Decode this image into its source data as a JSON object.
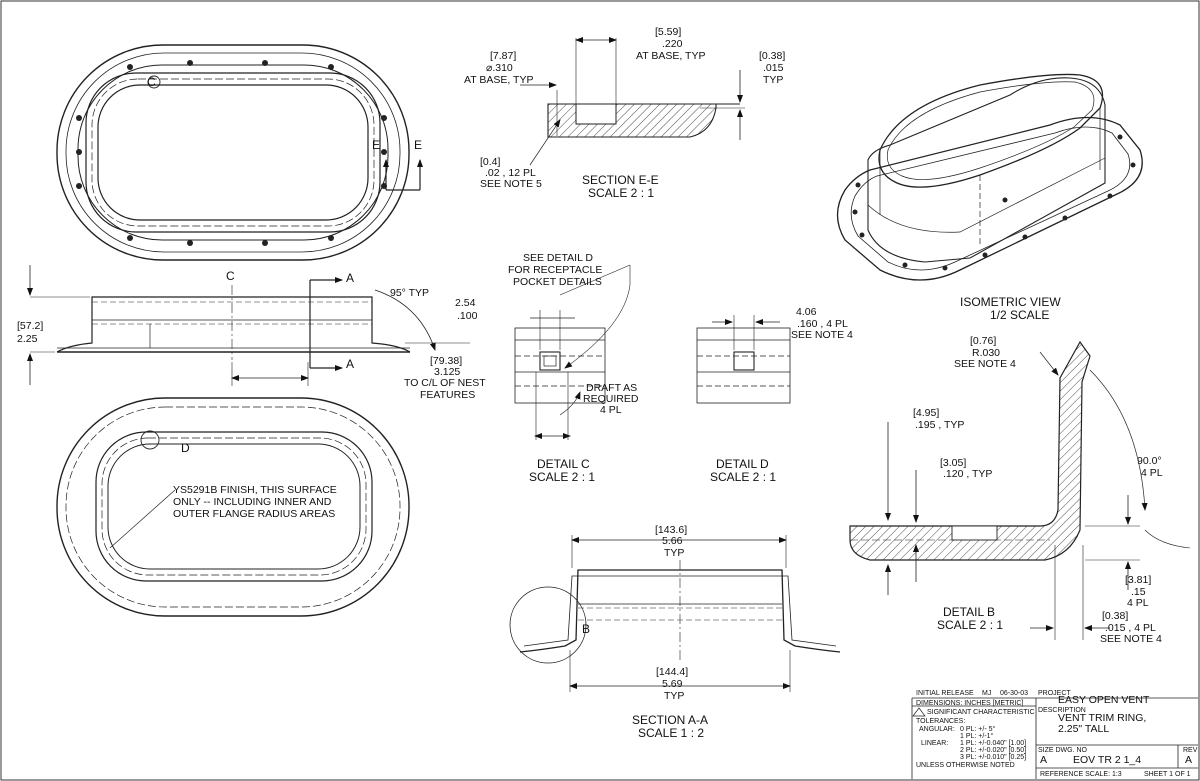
{
  "views": {
    "top_view": {
      "c_marker": "C",
      "e_marker_left": "E",
      "e_marker_right": "E"
    },
    "front_view": {
      "c_marker": "C",
      "a_marker_top": "A",
      "a_marker_bottom": "A",
      "angle": "95° TYP",
      "height_metric": "[57.2]",
      "height": "2.25",
      "flange_metric": "2.54",
      "flange": ".100",
      "nest_metric": "[79.38]",
      "nest": "3.125",
      "nest_note_1": "TO C/L OF NEST",
      "nest_note_2": "FEATURES"
    },
    "bottom_view": {
      "d_marker": "D",
      "finish_note_1": "YS5291B FINISH, THIS SURFACE",
      "finish_note_2": "ONLY -- INCLUDING INNER AND",
      "finish_note_3": "OUTER FLANGE RADIUS AREAS"
    },
    "section_ee": {
      "dim1_metric": "[7.87]",
      "dim1": "⌀.310",
      "dim1_note": "AT BASE, TYP",
      "dim2_metric": "[5.59]",
      "dim2": ".220",
      "dim2_note": "AT BASE, TYP",
      "dim3_metric": "[0.38]",
      "dim3": ".015",
      "dim3_note": "TYP",
      "dim4_metric": "[0.4]",
      "dim4": ".02 , 12 PL",
      "dim4_note": "SEE NOTE 5",
      "title": "SECTION E-E",
      "scale": "SCALE 2 : 1"
    },
    "detail_c": {
      "note_1": "SEE DETAIL D",
      "note_2": "FOR RECEPTACLE",
      "note_3": "POCKET DETAILS",
      "draft_1": "DRAFT AS",
      "draft_2": "REQUIRED",
      "draft_3": "4 PL",
      "title": "DETAIL C",
      "scale": "SCALE 2 : 1"
    },
    "detail_d": {
      "dim_metric": "4.06",
      "dim": ".160 , 4 PL",
      "dim_note": "SEE NOTE 4",
      "title": "DETAIL D",
      "scale": "SCALE 2 : 1"
    },
    "isometric": {
      "title": "ISOMETRIC VIEW",
      "scale": "1/2 SCALE"
    },
    "detail_b": {
      "radius_metric": "[0.76]",
      "radius": "R.030",
      "radius_note": "SEE NOTE 4",
      "dim1_metric": "[4.95]",
      "dim1": ".195 , TYP",
      "dim2_metric": "[3.05]",
      "dim2": ".120 , TYP",
      "angle": "90.0°",
      "angle_pl": "4 PL",
      "dim3_metric": "[3.81]",
      "dim3": ".15",
      "dim3_pl": "4 PL",
      "dim4_metric": "[0.38]",
      "dim4": ".015 , 4 PL",
      "dim4_note": "SEE NOTE 4",
      "title": "DETAIL B",
      "scale": "SCALE 2 : 1"
    },
    "section_aa": {
      "top_metric": "[143.6]",
      "top": "5.66",
      "top_typ": "TYP",
      "bottom_metric": "[144.4]",
      "bottom": "5.69",
      "bottom_typ": "TYP",
      "b_marker": "B",
      "title": "SECTION A-A",
      "scale": "SCALE 1 : 2"
    }
  },
  "title_block": {
    "release": "INITIAL RELEASE",
    "drawn_by": "MJ",
    "date": "06-30-03",
    "dimensions": "DIMENSIONS: INCHES [METRIC]",
    "significant": "SIGNIFICANT CHARACTERISTIC",
    "tolerances": "TOLERANCES:",
    "angular": "ANGULAR:",
    "ang_0": "0  PL:   +/- 5°",
    "ang_1": "1  PL:   +/-1°",
    "linear": "LINEAR:",
    "lin_1": "1  PL:   +/-0.040\" [1.00]",
    "lin_2": "2  PL:   +/-0.020\" [0.50]",
    "lin_3": "3  PL:   +/-0.010\" [0.25]",
    "unless": "UNLESS OTHERWISE NOTED",
    "project_label": "PROJECT",
    "project": "EASY OPEN VENT",
    "description_label": "DESCRIPTION",
    "description_1": "VENT TRIM RING,",
    "description_2": "2.25\" TALL",
    "size_label": "SIZE DWG. NO",
    "size": "A",
    "dwg_no": "EOV TR 2 1_4",
    "rev_label": "REV",
    "rev": "A",
    "ref_scale": "REFERENCE SCALE: 1:3",
    "sheet": "SHEET 1 OF 1"
  }
}
